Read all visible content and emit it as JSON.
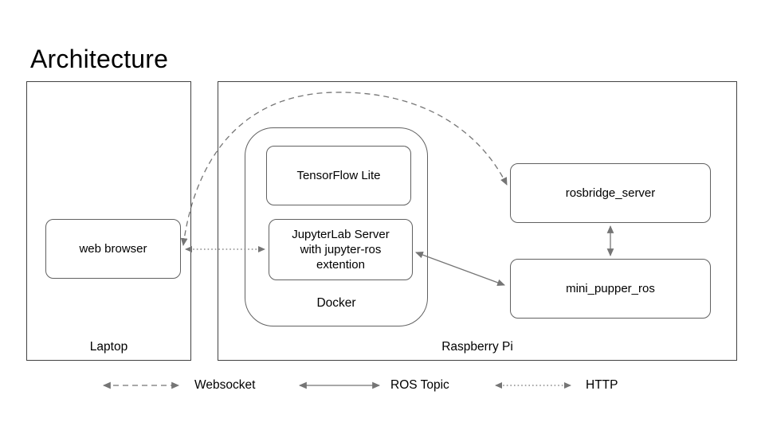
{
  "title": "Architecture",
  "laptop": {
    "label": "Laptop",
    "web_browser_label": "web browser"
  },
  "raspberry_pi": {
    "label": "Raspberry Pi",
    "docker_label": "Docker",
    "tensorflow_label": "TensorFlow Lite",
    "jupyterlab_label": "JupyterLab Server with jupyter-ros extention",
    "rosbridge_label": "rosbridge_server",
    "mini_pupper_label": "mini_pupper_ros"
  },
  "legend": {
    "websocket": "Websocket",
    "ros_topic": "ROS Topic",
    "http": "HTTP"
  },
  "connections": [
    {
      "from": "web browser",
      "to": "rosbridge_server",
      "type": "Websocket",
      "style": "dashed"
    },
    {
      "from": "web browser",
      "to": "JupyterLab Server",
      "type": "HTTP",
      "style": "dotted"
    },
    {
      "from": "JupyterLab Server",
      "to": "mini_pupper_ros",
      "type": "ROS Topic",
      "style": "solid"
    },
    {
      "from": "rosbridge_server",
      "to": "mini_pupper_ros",
      "type": "ROS Topic",
      "style": "solid"
    }
  ],
  "colors": {
    "background": "#ffffff",
    "container_border": "#424242",
    "node_border": "#616161",
    "arrow": "#757575",
    "text": "#000000"
  }
}
